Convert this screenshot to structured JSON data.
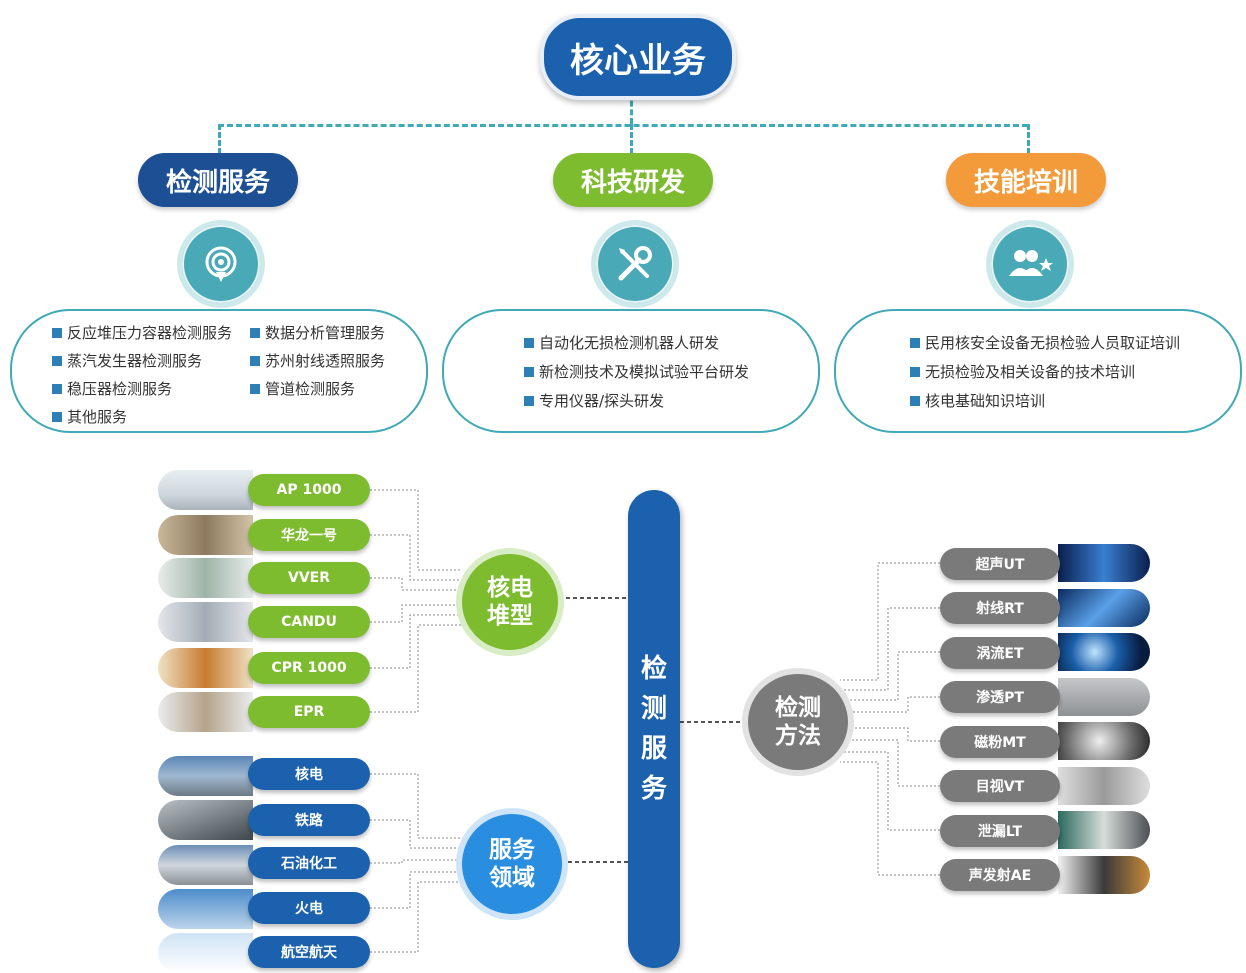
{
  "core": {
    "title": "核心业务"
  },
  "branches": [
    {
      "title": "检测服务",
      "color": "#1d4f95",
      "icon": "ear-sound-icon"
    },
    {
      "title": "科技研发",
      "color": "#7dbb2f",
      "icon": "tools-icon"
    },
    {
      "title": "技能培训",
      "color": "#f39a3a",
      "icon": "people-star-icon"
    }
  ],
  "inspection_services": [
    "反应堆压力容器检测服务",
    "蒸汽发生器检测服务",
    "稳压器检测服务",
    "其他服务",
    "数据分析管理服务",
    "苏州射线透照服务",
    "管道检测服务"
  ],
  "rnd_items": [
    "自动化无损检测机器人研发",
    "新检测技术及模拟试验平台研发",
    "专用仪器/探头研发"
  ],
  "training_items": [
    "民用核安全设备无损检验人员取证培训",
    "无损检验及相关设备的技术培训",
    "核电基础知识培训"
  ],
  "center_column": {
    "label": "检测服务",
    "chars": [
      "检",
      "测",
      "服",
      "务"
    ],
    "color": "#1b61ad"
  },
  "reactor_types": {
    "hub_line1": "核电",
    "hub_line2": "堆型",
    "color": "#7dbb2f",
    "items": [
      "AP 1000",
      "华龙一号",
      "VVER",
      "CANDU",
      "CPR 1000",
      "EPR"
    ]
  },
  "service_fields": {
    "hub_line1": "服务",
    "hub_line2": "领域",
    "color": "#1b61ad",
    "items": [
      "核电",
      "铁路",
      "石油化工",
      "火电",
      "航空航天"
    ]
  },
  "methods": {
    "hub_line1": "检测",
    "hub_line2": "方法",
    "color": "#7a7a7a",
    "items": [
      "超声UT",
      "射线RT",
      "涡流ET",
      "渗透PT",
      "磁粉MT",
      "目视VT",
      "泄漏LT",
      "声发射AE"
    ]
  }
}
